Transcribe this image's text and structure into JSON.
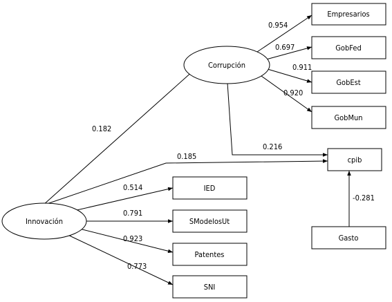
{
  "diagram": {
    "latent": {
      "innovacion": "Innovación",
      "corrupcion": "Corrupción"
    },
    "observed": {
      "empresarios": "Empresarios",
      "gobfed": "GobFed",
      "gobest": "GobEst",
      "gobmun": "GobMun",
      "cpib": "cpib",
      "gasto": "Gasto",
      "ied": "IED",
      "smodelosut": "SModelosUt",
      "patentes": "Patentes",
      "sni": "SNI"
    },
    "paths": {
      "innovacion_corrupcion": "0.182",
      "innovacion_cpib": "0.185",
      "innovacion_ied": "0.514",
      "innovacion_smodelosut": "0.791",
      "innovacion_patentes": "0.923",
      "innovacion_sni": "0.773",
      "corrupcion_empresarios": "0.954",
      "corrupcion_gobfed": "0.697",
      "corrupcion_gobest": "0.911",
      "corrupcion_gobmun": "0.920",
      "corrupcion_cpib": "0.216",
      "gasto_cpib": "-0.281"
    }
  }
}
